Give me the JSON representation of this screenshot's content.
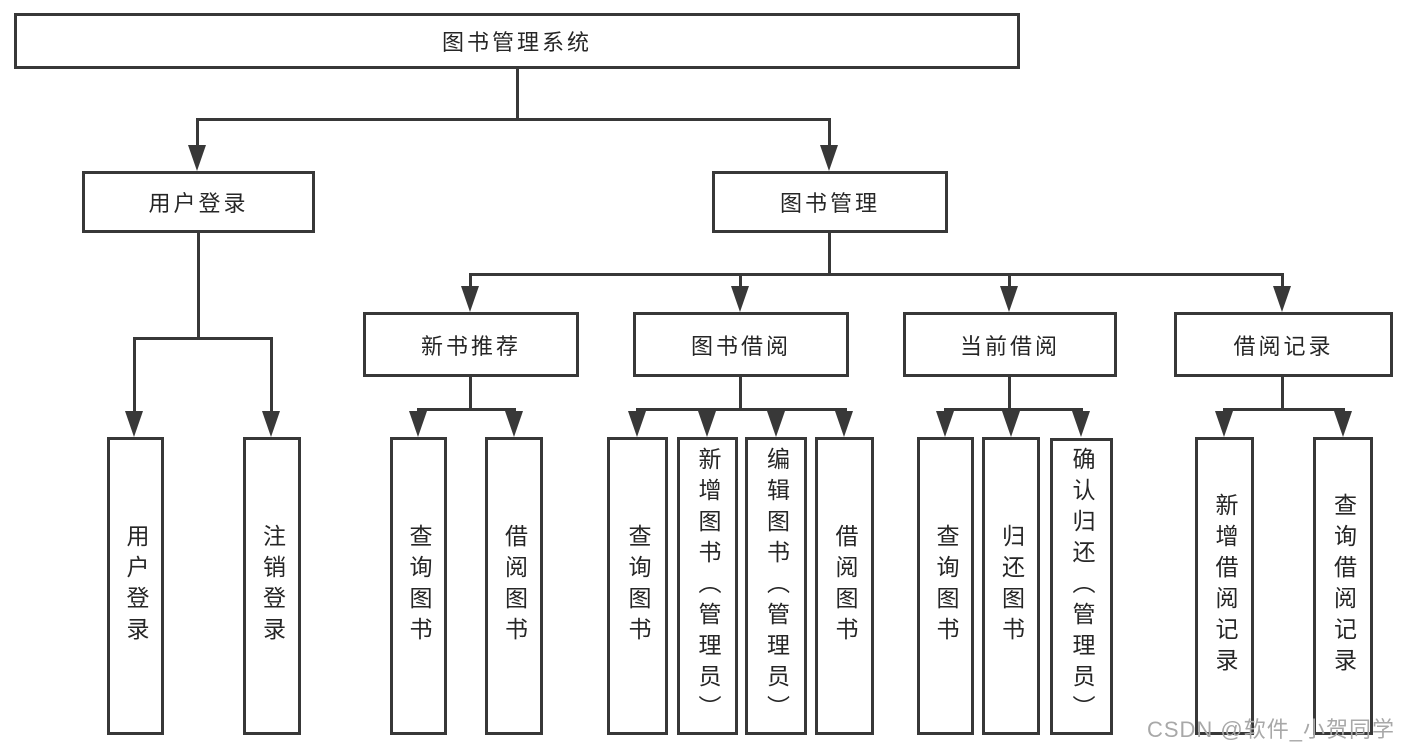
{
  "diagram": {
    "type": "hierarchy",
    "root": {
      "label": "图书管理系统"
    },
    "level2": [
      {
        "id": "user-login",
        "label": "用户登录"
      },
      {
        "id": "book-management",
        "label": "图书管理"
      }
    ],
    "level3": [
      {
        "id": "new-book-recommend",
        "label": "新书推荐",
        "parent": "图书管理"
      },
      {
        "id": "book-borrow",
        "label": "图书借阅",
        "parent": "图书管理"
      },
      {
        "id": "current-borrow",
        "label": "当前借阅",
        "parent": "图书管理"
      },
      {
        "id": "borrow-records",
        "label": "借阅记录",
        "parent": "图书管理"
      }
    ],
    "leaves": {
      "user_login": [
        {
          "label": "用户登录"
        },
        {
          "label": "注销登录"
        }
      ],
      "new_book_recommend": [
        {
          "label": "查询图书"
        },
        {
          "label": "借阅图书"
        }
      ],
      "book_borrow": [
        {
          "label": "查询图书"
        },
        {
          "label": "新增图书（管理员）"
        },
        {
          "label": "编辑图书（管理员）"
        },
        {
          "label": "借阅图书"
        }
      ],
      "current_borrow": [
        {
          "label": "查询图书"
        },
        {
          "label": "归还图书"
        },
        {
          "label": "确认归还（管理员）"
        }
      ],
      "borrow_records": [
        {
          "label": "新增借阅记录"
        },
        {
          "label": "查询借阅记录"
        }
      ]
    }
  },
  "watermark": {
    "text": "CSDN @软件_小贺同学"
  },
  "colors": {
    "line": "#383838",
    "text": "#262626",
    "watermark": "#a8a8a8",
    "background": "#ffffff"
  }
}
